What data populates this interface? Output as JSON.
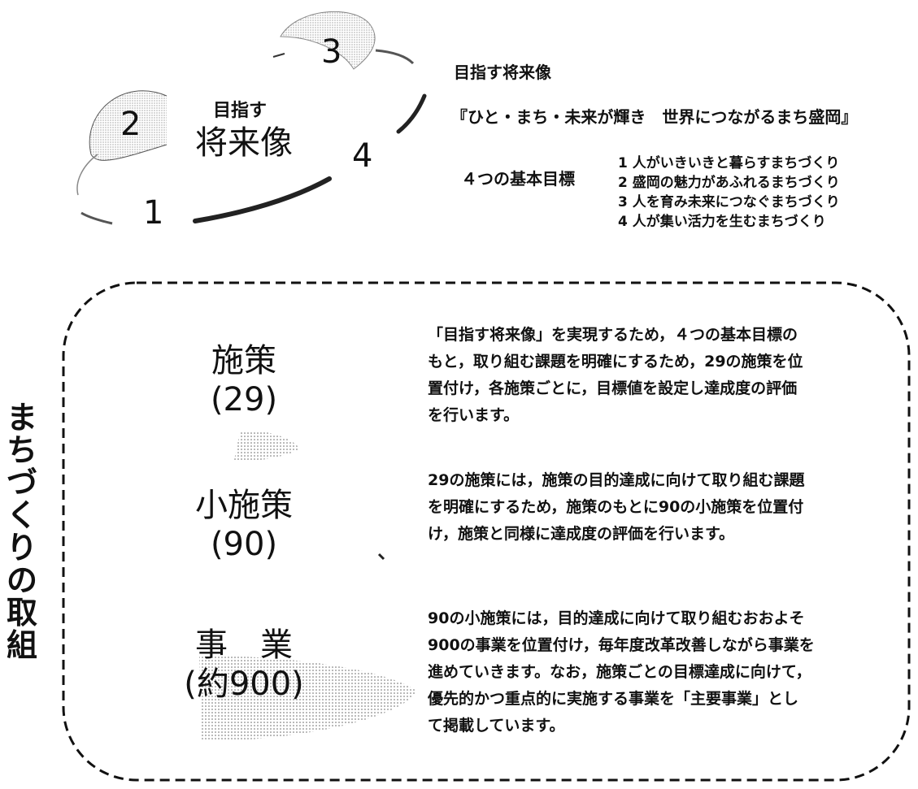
{
  "vision_cycle": {
    "numbers": [
      "1",
      "2",
      "3",
      "4"
    ],
    "center_small": "目指す",
    "center_big": "将来像"
  },
  "header": {
    "title": "目指す将来像",
    "slogan": "『ひと・まち・未来が輝き　世界につながるまち盛岡』",
    "goals_label": "４つの基本目標",
    "goals": [
      "1 人がいきいきと暮らすまちづくり",
      "2 盛岡の魅力があふれるまちづくり",
      "3 人を育み未来につなぐまちづくり",
      "4 人が集い活力を生むまちづくり"
    ]
  },
  "side_label": "まちづくりの取組",
  "tiers": [
    {
      "name": "施策",
      "count": "(29)"
    },
    {
      "name": "小施策",
      "count": "(90)"
    },
    {
      "name": "事　業",
      "count": "(約900)"
    }
  ],
  "descriptions": [
    [
      "「目指す将来像」を実現するため，４つの基本目標の",
      "もと，取り組む課題を明確にするため，29の施策を位",
      "置付け，各施策ごとに，目標値を設定し達成度の評価",
      "を行います。"
    ],
    [
      "29の施策には，施策の目的達成に向けて取り組む課題",
      "を明確にするため，施策のもとに90の小施策を位置付",
      "け，施策と同様に達成度の評価を行います。"
    ],
    [
      "90の小施策には，目的達成に向けて取り組むおおよそ",
      "900の事業を位置付け，毎年度改革改善しながら事業を",
      "進めていきます。なお，施策ごとの目標達成に向けて，",
      "優先的かつ重点的に実施する事業を「主要事業」とし",
      "て掲載しています。"
    ]
  ]
}
